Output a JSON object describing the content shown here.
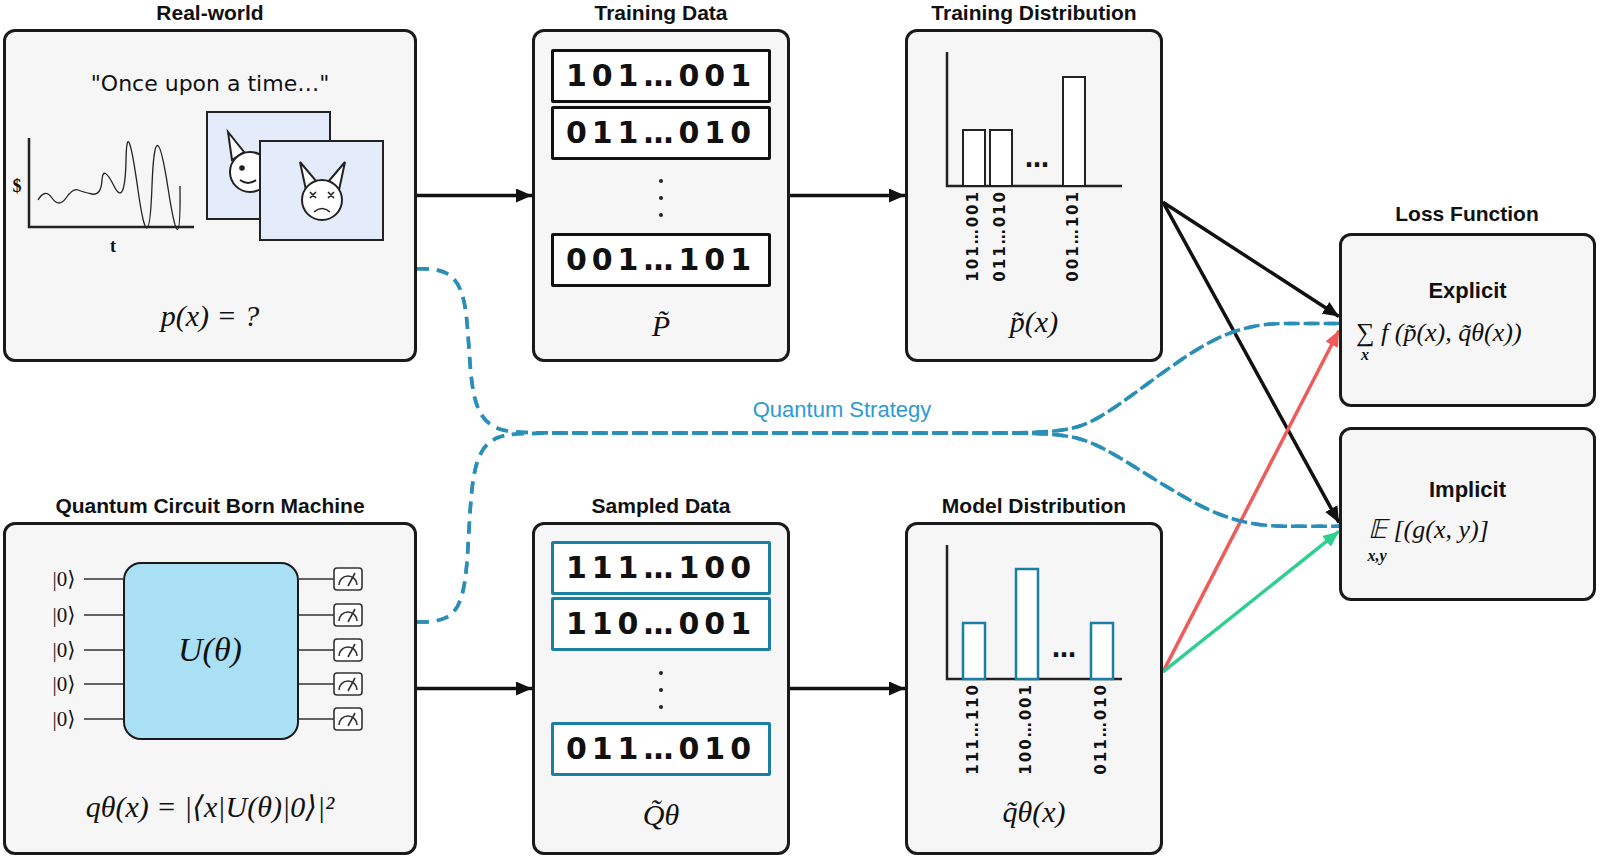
{
  "diagram": {
    "nodes": [
      {
        "text": [
          "Real-world",
          "\"Once upon a time…\"",
          "p(x) = ?"
        ]
      },
      {
        "text": [
          "Training Data",
          "P̃"
        ]
      },
      {
        "text": [
          "101…001"
        ],
        "in": 1
      },
      {
        "text": [
          "011…010"
        ],
        "in": 1
      },
      {
        "text": [
          "001…101"
        ],
        "in": 1
      },
      {
        "text": [
          "Training Distribution",
          "p̃(x)"
        ]
      },
      {
        "text": [
          "Explicit",
          "∑ f (p̃(x), q̃θ(x))"
        ]
      },
      {
        "text": [
          "Implicit",
          "𝔼 [(g(x, y)]"
        ]
      },
      {
        "text": [
          "Quantum Circuit Born Machine",
          "qθ(x) = |⟨x|U(θ)|0⟩|²"
        ]
      },
      {
        "text": [
          "U(θ)"
        ],
        "in": 8
      },
      {
        "text": [
          "Sampled Data",
          "Q̃θ"
        ]
      },
      {
        "text": [
          "111…100"
        ],
        "in": 10
      },
      {
        "text": [
          "110…001"
        ],
        "in": 10
      },
      {
        "text": [
          "011…010"
        ],
        "in": 10
      },
      {
        "text": [
          "Model Distribution",
          "q̃θ(x)"
        ]
      }
    ],
    "edges": [
      {
        "from": 0,
        "to": 1,
        "arrow": "to"
      },
      {
        "from": 1,
        "to": 5,
        "arrow": "to"
      },
      {
        "from": 5,
        "to": 6,
        "arrow": "to"
      },
      {
        "from": 5,
        "to": 7,
        "arrow": "to"
      },
      {
        "from": 8,
        "to": 10,
        "arrow": "to"
      },
      {
        "from": 10,
        "to": 14,
        "arrow": "to"
      },
      {
        "from": 14,
        "to": 6,
        "arrow": "to"
      },
      {
        "from": 14,
        "to": 7,
        "arrow": "to"
      },
      {
        "from": 0,
        "to": 6,
        "arrow": "none",
        "label": "Quantum Strategy"
      },
      {
        "from": 0,
        "to": 7,
        "arrow": "none"
      },
      {
        "from": 8,
        "to": 6,
        "arrow": "none"
      },
      {
        "from": 8,
        "to": 7,
        "arrow": "none"
      }
    ],
    "labels": [
      "$",
      "t",
      "101…001",
      "011…010",
      "001…101",
      "…",
      "Loss Function",
      "x",
      "x,y",
      "|0⟩",
      "|0⟩",
      "|0⟩",
      "|0⟩",
      "|0⟩",
      "111…110",
      "100…001",
      "011…010",
      "…"
    ]
  }
}
